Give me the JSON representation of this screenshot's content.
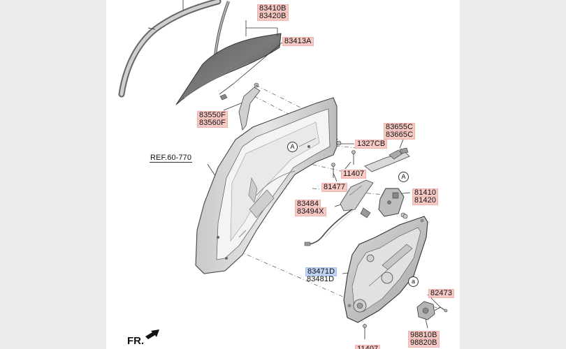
{
  "diagram": {
    "labels": {
      "p83410B": "83410B",
      "p83420B": "83420B",
      "p83413A": "83413A",
      "p83550F": "83550F",
      "p83560F": "83560F",
      "ref": "REF.60-770",
      "p1327CB": "1327CB",
      "p83655C": "83655C",
      "p83665C": "83665C",
      "p11407a": "11407",
      "p81477": "81477",
      "p81410": "81410",
      "p81420": "81420",
      "p83484": "83484",
      "p83494X": "83494X",
      "p83471D": "83471D",
      "p83481D": "83481D",
      "p82473": "82473",
      "p98810B": "98810B",
      "p98820B": "98820B",
      "p11407b": "11407",
      "fr": "FR."
    },
    "callouts": {
      "A1": "A",
      "A2": "A",
      "a1": "a"
    }
  }
}
